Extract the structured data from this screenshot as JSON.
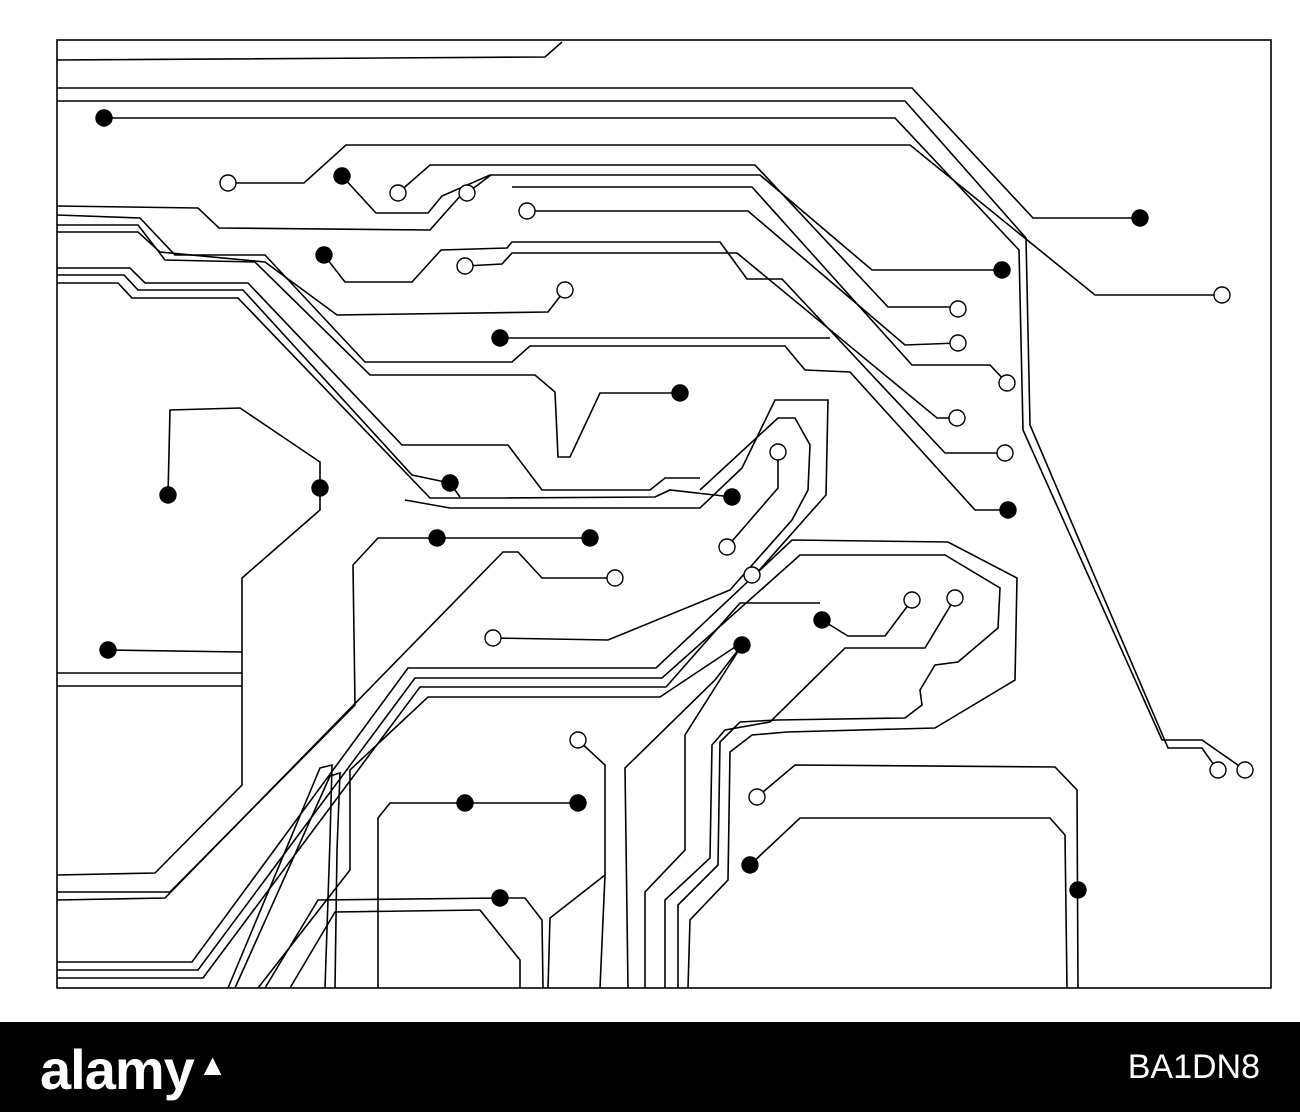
{
  "image": {
    "subject": "circuit-board-trace-illustration",
    "colors": {
      "background": "#ffffff",
      "trace": "#000000",
      "banner": "#000000",
      "banner_text": "#ffffff"
    }
  },
  "watermark": {
    "logo_text": "alamy",
    "image_id": "BA1DN8"
  }
}
